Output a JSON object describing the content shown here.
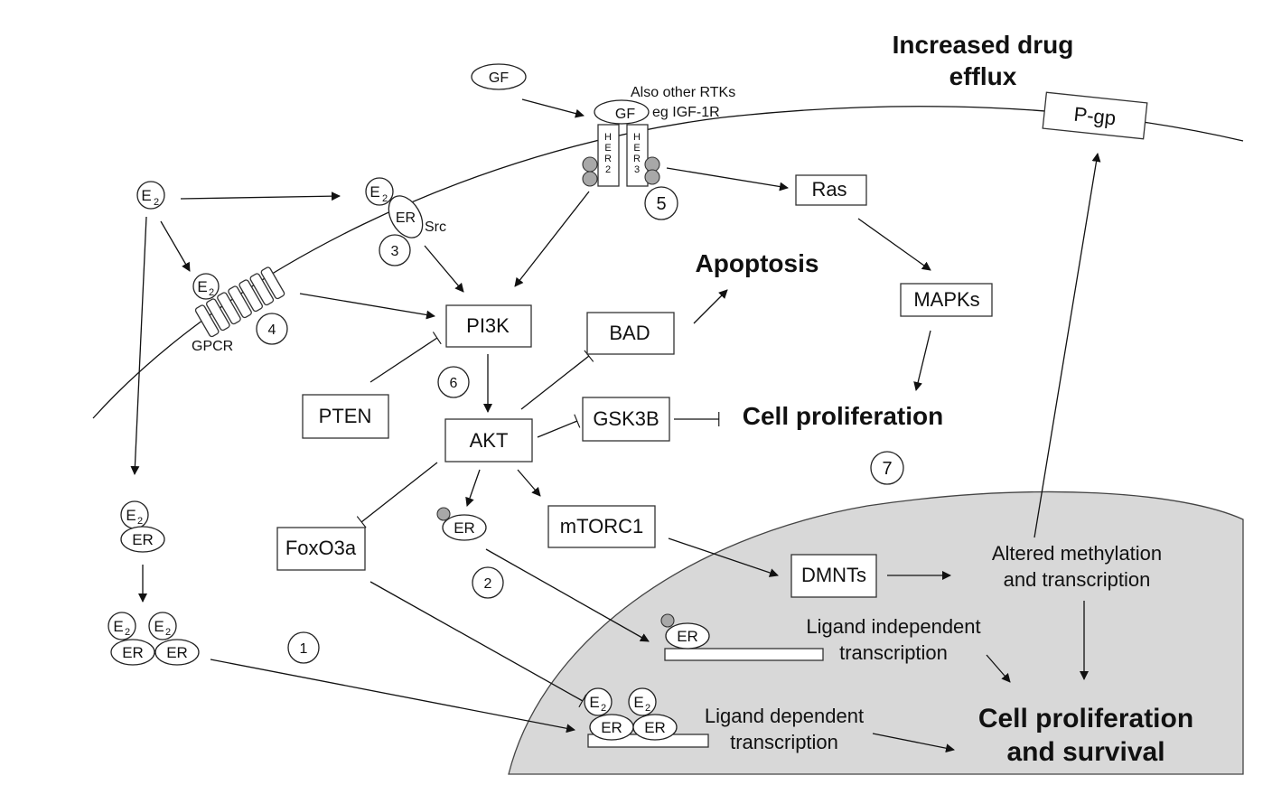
{
  "labels": {
    "gf_free": "GF",
    "gf_bound": "GF",
    "rtk_note_1": "Also other RTKs",
    "rtk_note_2": "eg IGF-1R",
    "her2_letters": [
      "H",
      "E",
      "R",
      "2"
    ],
    "her3_letters": [
      "H",
      "E",
      "R",
      "3"
    ],
    "increased_efflux_1": "Increased drug",
    "increased_efflux_2": "efflux",
    "pgp": "P-gp",
    "ras": "Ras",
    "mapks": "MAPKs",
    "apoptosis": "Apoptosis",
    "bad": "BAD",
    "pi3k": "PI3K",
    "pten": "PTEN",
    "akt": "AKT",
    "gsk3b": "GSK3B",
    "cell_proliferation": "Cell proliferation",
    "mtorc1": "mTORC1",
    "foxo3a": "FoxO3a",
    "dmnts": "DMNTs",
    "altered_1": "Altered methylation",
    "altered_2": "and transcription",
    "ligand_indep_1": "Ligand independent",
    "ligand_indep_2": "transcription",
    "ligand_dep_1": "Ligand dependent",
    "ligand_dep_2": "transcription",
    "survival_1": "Cell proliferation",
    "survival_2": "and survival",
    "src": "Src",
    "gpcr": "GPCR",
    "er": "ER",
    "e": "E",
    "e_sub": "2"
  },
  "markers": [
    "1",
    "2",
    "3",
    "4",
    "5",
    "6",
    "7"
  ]
}
